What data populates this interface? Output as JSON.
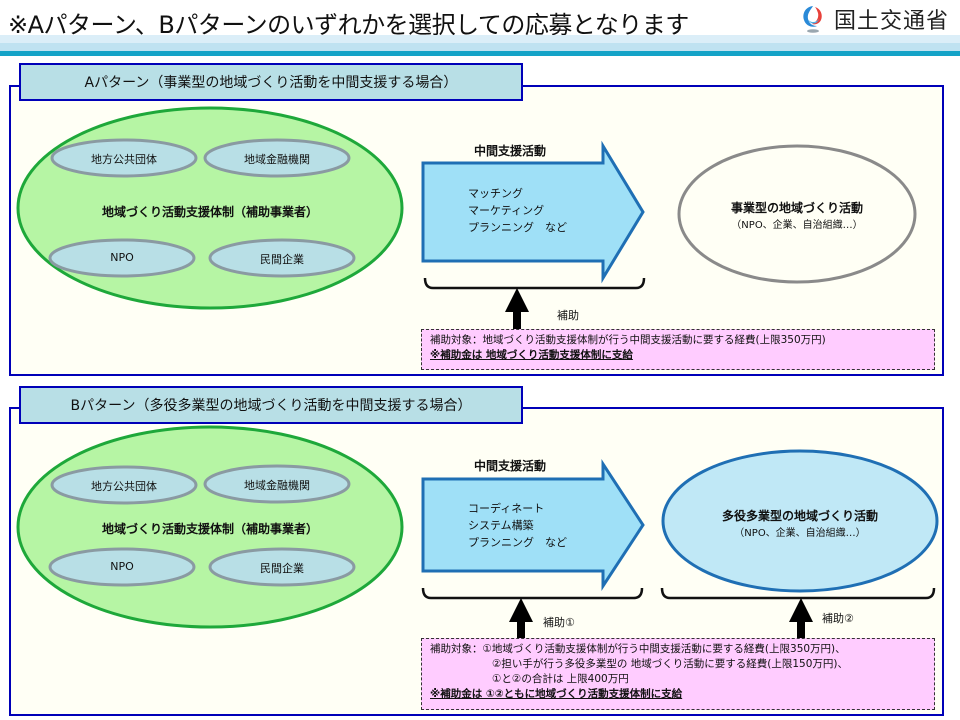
{
  "header": {
    "title": "※Aパターン、Bパターンのいずれかを選択しての応募となります",
    "logo_text": "国土交通省",
    "logo_icon": "mlit-logo-icon"
  },
  "colors": {
    "panel_border": "#0000b8",
    "tab_fill": "#b8dfe6",
    "green_ellipse": "#b6f5a4",
    "green_border": "#1ea83a",
    "member_fill": "#b8dfe6",
    "arrow_fill": "#9fe0f7",
    "arrow_border": "#1f6fb4",
    "note_fill": "#ffccff",
    "band_dark": "#14a3c7"
  },
  "pattern_a": {
    "tab_label": "Aパターン（事業型の地域づくり活動を中間支援する場合）",
    "support_body": {
      "label": "地域づくり活動支援体制（補助事業者）",
      "members": [
        "地方公共団体",
        "地域金融機関",
        "NPO",
        "民間企業"
      ]
    },
    "arrow": {
      "title": "中間支援活動",
      "lines": [
        "マッチング",
        "マーケティング",
        "プランニング　など"
      ]
    },
    "target": {
      "title": "事業型の地域づくり活動",
      "subtitle": "（NPO、企業、自治組織…）"
    },
    "subsidy_label": "補助",
    "note": {
      "line1": "補助対象：地域づくり活動支援体制が行う中間支援活動に要する経費(上限350万円)",
      "line2": "※補助金は 地域づくり活動支援体制に支給"
    }
  },
  "pattern_b": {
    "tab_label": "Bパターン（多役多業型の地域づくり活動を中間支援する場合）",
    "support_body": {
      "label": "地域づくり活動支援体制（補助事業者）",
      "members": [
        "地方公共団体",
        "地域金融機関",
        "NPO",
        "民間企業"
      ]
    },
    "arrow": {
      "title": "中間支援活動",
      "lines": [
        "コーディネート",
        "システム構築",
        "プランニング　など"
      ]
    },
    "target": {
      "title": "多役多業型の地域づくり活動",
      "subtitle": "（NPO、企業、自治組織…）"
    },
    "subsidy_label_1": "補助①",
    "subsidy_label_2": "補助②",
    "note": {
      "line1": "補助対象：①地域づくり活動支援体制が行う中間支援活動に要する経費(上限350万円)、",
      "line2": "②担い手が行う多役多業型の 地域づくり活動に要する経費(上限150万円)、",
      "line3": "①と②の合計は 上限400万円",
      "line4": "※補助金は ①②ともに地域づくり活動支援体制に支給"
    }
  }
}
